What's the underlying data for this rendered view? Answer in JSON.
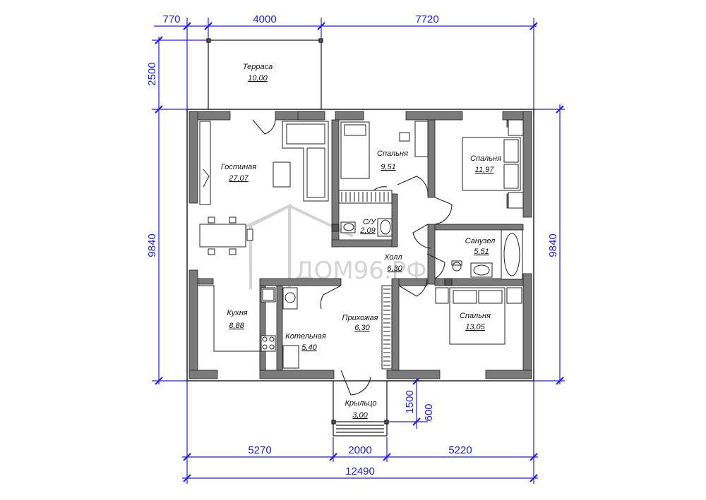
{
  "dimensions": {
    "top": [
      "770",
      "4000",
      "7720"
    ],
    "left_terrace": "2500",
    "left_house": "9840",
    "right_house": "9840",
    "porch": [
      "1500",
      "600"
    ],
    "bottom": [
      "5270",
      "2000",
      "5220"
    ],
    "total": "12490"
  },
  "rooms": [
    {
      "name": "Терраса",
      "area": "10,00"
    },
    {
      "name": "Гостиная",
      "area": "27,07"
    },
    {
      "name": "Спальня",
      "area": "9,51"
    },
    {
      "name": "Спальня",
      "area": "11,97"
    },
    {
      "name": "С/У",
      "area": "2,09"
    },
    {
      "name": "Санузел",
      "area": "5,51"
    },
    {
      "name": "Холл",
      "area": "6,30"
    },
    {
      "name": "Кухня",
      "area": "8,88"
    },
    {
      "name": "Котельная",
      "area": "5,40"
    },
    {
      "name": "Прихожая",
      "area": "6,30"
    },
    {
      "name": "Спальня",
      "area": "13,05"
    },
    {
      "name": "Крыльцо",
      "area": "3,00"
    }
  ],
  "watermark": "ДОМ96.РФ",
  "colors": {
    "dimension": "#1a1aff",
    "wall": "#7a7a7a",
    "line": "#222222"
  }
}
